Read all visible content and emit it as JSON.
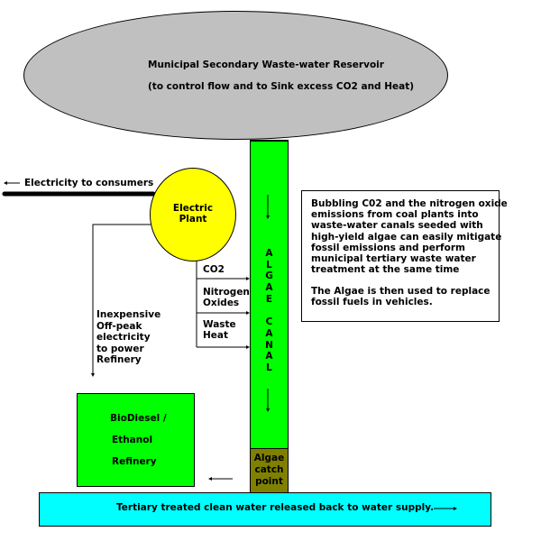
{
  "reservoir": {
    "title": "Municipal Secondary Waste-water Reservoir",
    "subtitle": "(to control flow and to Sink excess CO2 and Heat)",
    "color": "#c0c0c0"
  },
  "electricity_label": "Electricity to consumers",
  "plant": {
    "line1": "Electric",
    "line2": "Plant",
    "color": "#ffff00"
  },
  "emissions": [
    {
      "line1": "CO2",
      "line2": ""
    },
    {
      "line1": "Nitrogen",
      "line2": "Oxides"
    },
    {
      "line1": "Waste",
      "line2": "Heat"
    }
  ],
  "offpeak": {
    "lines": [
      "Inexpensive",
      "Off-peak",
      "electricity",
      "to power",
      "Refinery"
    ]
  },
  "canal": {
    "letters": [
      "A",
      "L",
      "G",
      "A",
      "E",
      "",
      "C",
      "A",
      "N",
      "A",
      "L"
    ],
    "color": "#00ff00"
  },
  "catch_point": {
    "lines": [
      "Algae",
      "catch",
      "point"
    ],
    "color": "#808000"
  },
  "info": {
    "para1": [
      "Bubbling C02 and the nitrogen oxide",
      "emissions from coal plants into",
      "waste-water canals seeded with",
      "high-yield algae can easily mitigate",
      "fossil emissions and perform",
      "municipal tertiary waste water",
      "treatment at the same time"
    ],
    "para2": [
      "The Algae is then used to replace",
      "fossil fuels in vehicles."
    ]
  },
  "refinery": {
    "line1": "BioDiesel /",
    "line2": "Ethanol",
    "line3": "Refinery",
    "color": "#00ff00"
  },
  "water_bar": {
    "label": "Tertiary treated clean water released back to water supply.",
    "color": "#00ffff"
  }
}
